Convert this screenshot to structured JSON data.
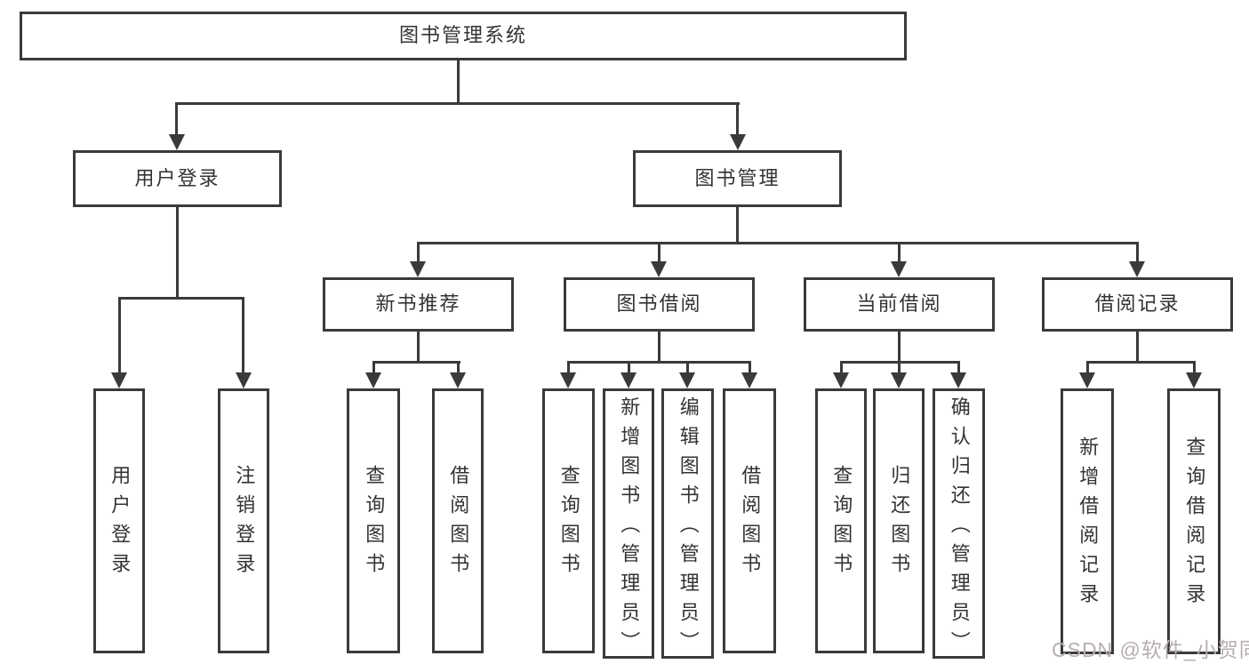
{
  "tree": {
    "root": {
      "label": "图书管理系统",
      "children": [
        {
          "label": "用户登录",
          "children": [
            {
              "label": "用户登录"
            },
            {
              "label": "注销登录"
            }
          ]
        },
        {
          "label": "图书管理",
          "children": [
            {
              "label": "新书推荐",
              "children": [
                {
                  "label": "查询图书"
                },
                {
                  "label": "借阅图书"
                }
              ]
            },
            {
              "label": "图书借阅",
              "children": [
                {
                  "label": "查询图书"
                },
                {
                  "label": "新增图书（管理员）"
                },
                {
                  "label": "编辑图书（管理员）"
                },
                {
                  "label": "借阅图书"
                }
              ]
            },
            {
              "label": "当前借阅",
              "children": [
                {
                  "label": "查询图书"
                },
                {
                  "label": "归还图书"
                },
                {
                  "label": "确认归还（管理员）"
                }
              ]
            },
            {
              "label": "借阅记录",
              "children": [
                {
                  "label": "新增借阅记录"
                },
                {
                  "label": "查询借阅记录"
                }
              ]
            }
          ]
        }
      ]
    }
  },
  "watermark": {
    "text": "CSDN @软件_小贺同学"
  },
  "colors": {
    "line": "#3a3a3a",
    "text": "#333333",
    "watermark": "#b8aeae",
    "background": "#ffffff"
  }
}
